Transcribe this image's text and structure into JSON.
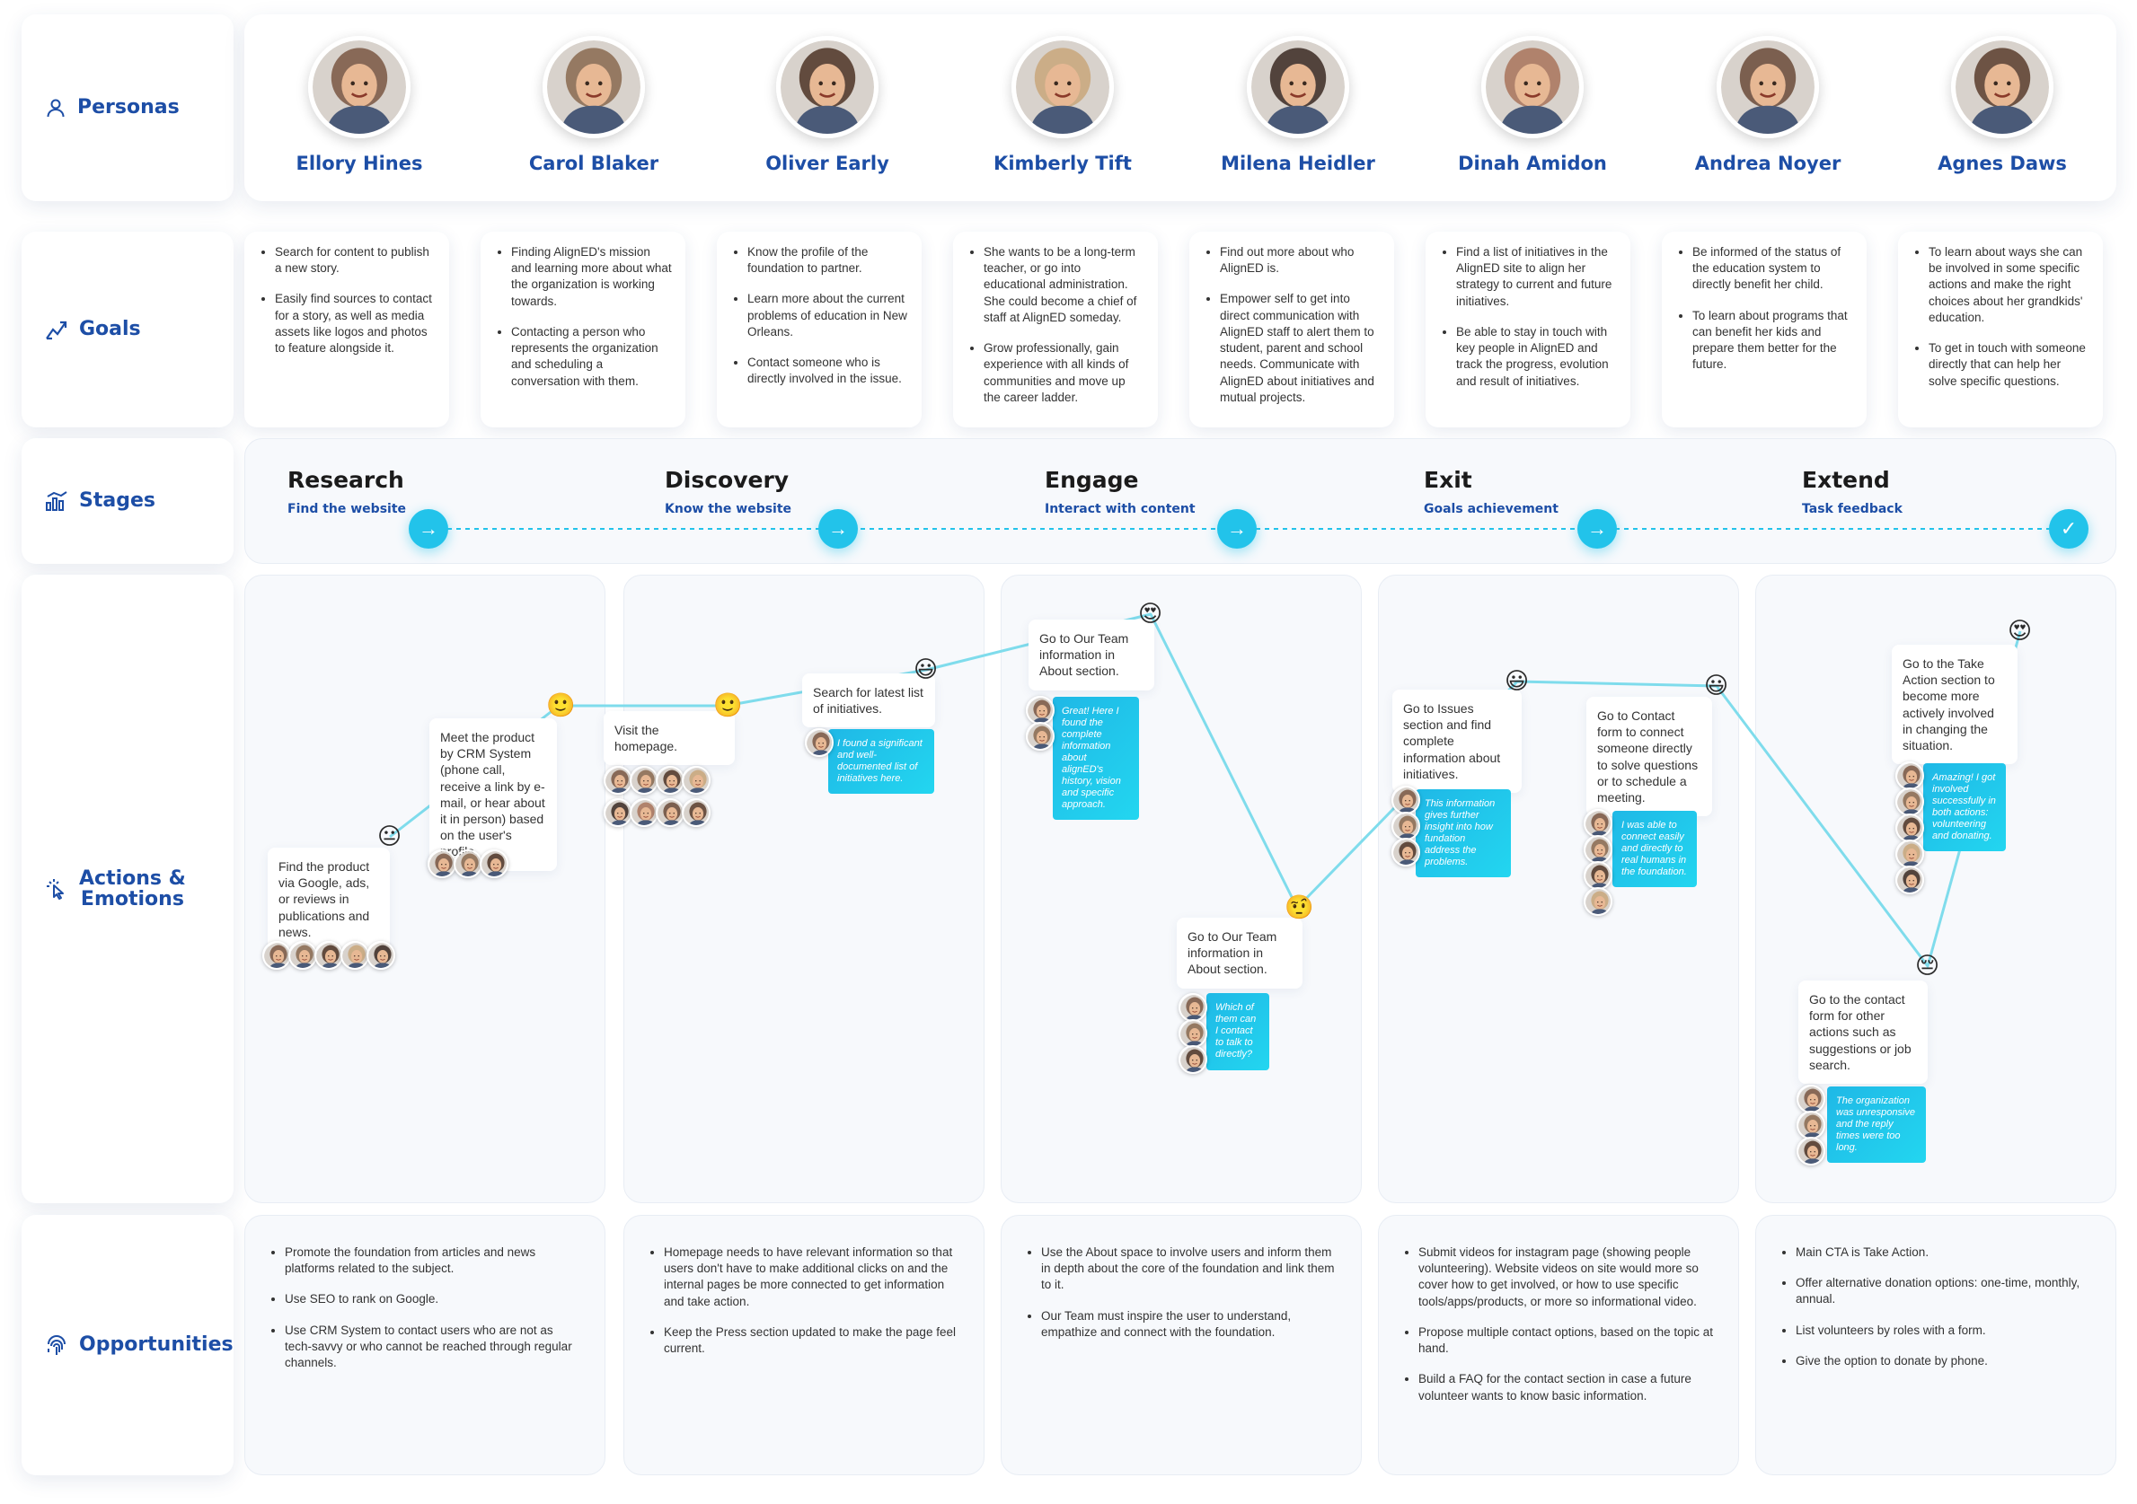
{
  "rows": {
    "personas": "Personas",
    "goals": "Goals",
    "stages": "Stages",
    "actions": "Actions &\nEmotions",
    "opportunities": "Opportunities"
  },
  "personas": [
    {
      "name": "Ellory Hines",
      "color": "#7a5742"
    },
    {
      "name": "Carol Blaker",
      "color": "#8a6a4f"
    },
    {
      "name": "Oliver Early",
      "color": "#4e3424"
    },
    {
      "name": "Kimberly Tift",
      "color": "#c9a77a"
    },
    {
      "name": "Milena Heidler",
      "color": "#3b2a22"
    },
    {
      "name": "Dinah Amidon",
      "color": "#a9745a"
    },
    {
      "name": "Andrea Noyer",
      "color": "#6b4b38"
    },
    {
      "name": "Agnes Daws",
      "color": "#5a3d2c"
    }
  ],
  "goals": [
    [
      "Search for content to publish a new story.",
      "Easily find sources to contact for a story, as well as media assets like logos and photos to feature alongside it."
    ],
    [
      "Finding AlignED's mission and learning more about what the organization is working towards.",
      "Contacting a person who represents the organization and scheduling a conversation with them."
    ],
    [
      "Know the profile of the foundation to partner.",
      "Learn more about the current problems of education in New Orleans.",
      "Contact someone who is directly involved in the issue."
    ],
    [
      "She wants to be a long-term teacher, or go into educational administration. She could become a chief of staff at AlignED someday.",
      "Grow professionally, gain experience with all kinds of communities and move up the career ladder."
    ],
    [
      "Find out more about who AlignED is.",
      "Empower self to get into direct communication with AlignED staff to alert them to student, parent and school needs. Communicate with AlignED about initiatives and mutual projects."
    ],
    [
      "Find a list of initiatives in the AlignED site to align her strategy to current and future initiatives.",
      "Be able to stay in touch with key people in AlignED and track the progress, evolution and result of initiatives."
    ],
    [
      "Be informed of the status of the education system to directly benefit her child.",
      "To learn about programs that can benefit her kids and prepare them better for the future."
    ],
    [
      "To learn about ways she can be involved in some specific actions and make the right choices about her grandkids' education.",
      "To get in touch with someone directly that can help her solve specific questions."
    ]
  ],
  "stages": [
    {
      "title": "Research",
      "subtitle": "Find the website"
    },
    {
      "title": "Discovery",
      "subtitle": "Know the website"
    },
    {
      "title": "Engage",
      "subtitle": "Interact with content"
    },
    {
      "title": "Exit",
      "subtitle": "Goals achievement"
    },
    {
      "title": "Extend",
      "subtitle": "Task feedback"
    }
  ],
  "stage_icons": {
    "arrow": "arrow-right-icon",
    "done": "checkmark-icon",
    "arrow_glyph": "→",
    "done_glyph": "✓"
  },
  "actions": [
    {
      "text": "Find the product via Google, ads, or reviews in publications and news.",
      "emoji": "😐"
    },
    {
      "text": "Meet the product by CRM System (phone call, receive a link by e-mail, or hear about it in person) based on the user's profile.",
      "emoji": "🙂"
    },
    {
      "text": "Visit the homepage.",
      "emoji": "🙂"
    },
    {
      "text": "Search for latest list of initiatives.",
      "emoji": "😃",
      "quote": "I found a significant and well-documented list of initiatives here."
    },
    {
      "text": "Go to Our Team information in About section.",
      "emoji": "😍",
      "quote": "Great! Here I found the complete information about alignED's history, vision and specific approach."
    },
    {
      "text": "Go to Our Team information in About section.",
      "emoji": "🤨",
      "quote": "Which of them can I contact to talk to directly?"
    },
    {
      "text": "Go to Issues section and find complete information about initiatives.",
      "emoji": "😃",
      "quote": "This information gives further insight into how fundation address the problems."
    },
    {
      "text": "Go to Contact form to connect someone directly to solve questions or to schedule a meeting.",
      "emoji": "😃",
      "quote": "I was able to connect easily and directly to real humans in the foundation."
    },
    {
      "text": "Go to the Take Action section to become more actively involved in changing the situation.",
      "emoji": "😍",
      "quote": "Amazing! I got involved successfully in both actions: volunteering and donating."
    },
    {
      "text": "Go to the contact form for other actions such as suggestions or job search.",
      "emoji": "😔",
      "quote": "The organization was unresponsive and the reply times were too long."
    }
  ],
  "opportunities": [
    [
      "Promote the foundation from articles and news platforms related to the subject.",
      "Use SEO to rank on Google.",
      "Use CRM System to contact users who are not as tech-savvy or who cannot be reached through regular channels."
    ],
    [
      "Homepage needs to have relevant information so that users don't have to make additional clicks on and the internal pages be more connected to get information and take action.",
      "Keep the Press section updated to make the page feel current."
    ],
    [
      "Use the About space to involve users and inform them in depth about the core of the foundation and link them to it.",
      "Our Team must inspire the user to understand, empathize and connect with the foundation."
    ],
    [
      "Submit videos for instagram page (showing people volunteering). Website videos on site would more so cover how to get involved, or how to use specific tools/apps/products, or more so informational video.",
      "Propose multiple contact options, based on the topic at hand.",
      "Build a FAQ for the contact section in case a future volunteer wants to know basic information."
    ],
    [
      "Main CTA is Take Action.",
      "Offer alternative donation options: one-time, monthly, annual.",
      "List volunteers by roles with a form.",
      "Give the option to donate by phone."
    ]
  ],
  "colors": {
    "accent": "#1d4ea6",
    "cyan": "#22c3ea",
    "line": "#7fdcec"
  }
}
